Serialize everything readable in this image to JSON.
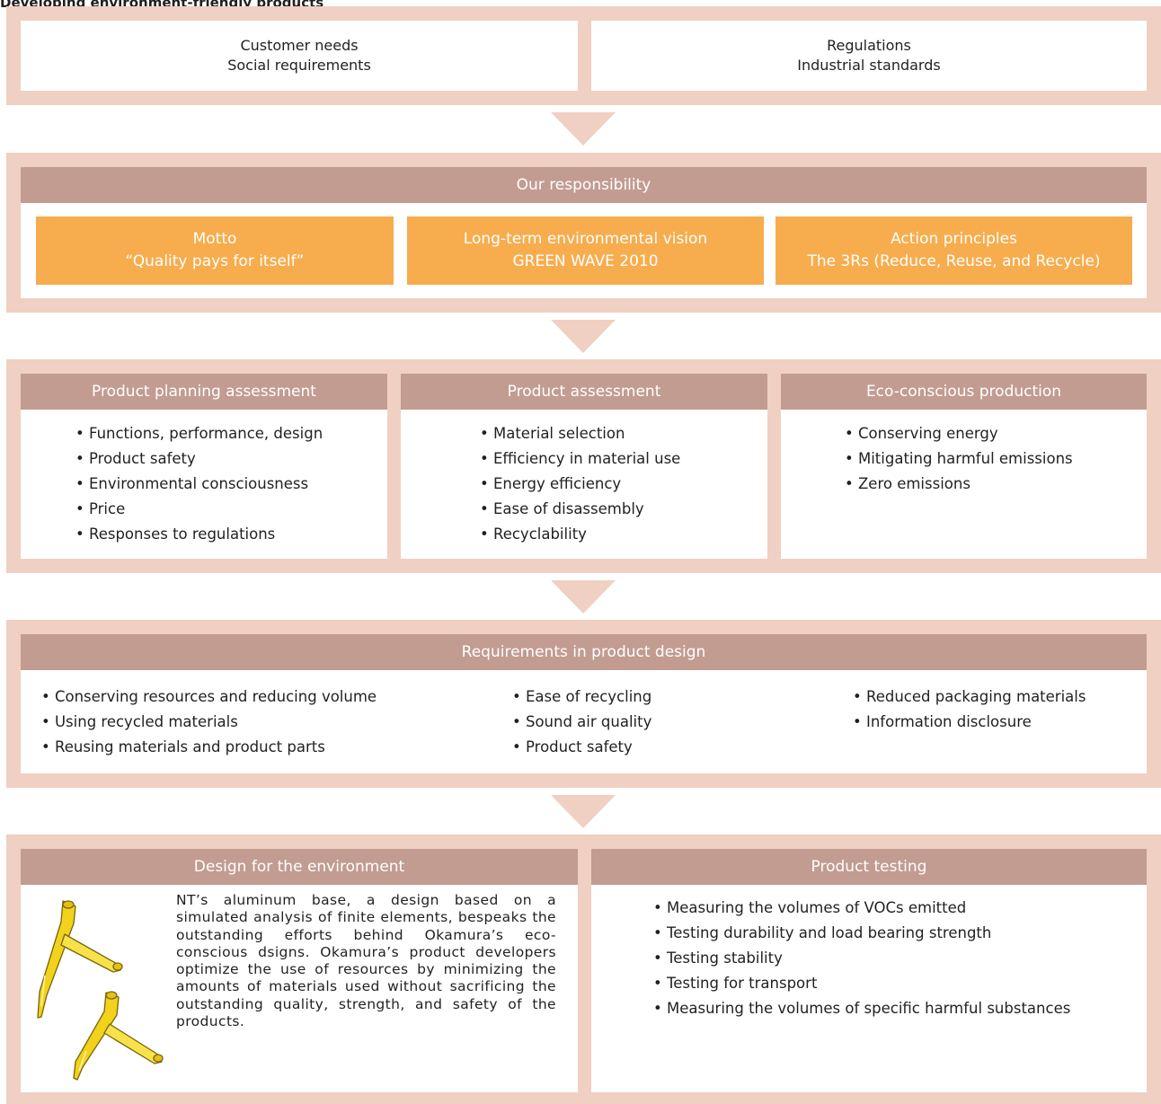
{
  "title": "Developing environment-friendly products",
  "top": {
    "left": [
      "Customer needs",
      "Social requirements"
    ],
    "right": [
      "Regulations",
      "Industrial standards"
    ]
  },
  "responsibility": {
    "header": "Our responsibility",
    "boxes": [
      {
        "line1": "Motto",
        "line2": "“Quality pays for itself”"
      },
      {
        "line1": "Long-term environmental vision",
        "line2": "GREEN WAVE 2010"
      },
      {
        "line1": "Action principles",
        "line2": "The 3Rs (Reduce, Reuse, and Recycle)"
      }
    ]
  },
  "assessment": {
    "columns": [
      {
        "header": "Product planning assessment",
        "items": [
          "Functions, performance, design",
          "Product safety",
          "Environmental consciousness",
          "Price",
          "Responses to regulations"
        ]
      },
      {
        "header": "Product assessment",
        "items": [
          "Material selection",
          "Efficiency in material use",
          "Energy efficiency",
          "Ease of disassembly",
          "Recyclability"
        ]
      },
      {
        "header": "Eco-conscious production",
        "items": [
          "Conserving energy",
          "Mitigating harmful emissions",
          "Zero emissions"
        ]
      }
    ]
  },
  "requirements": {
    "header": "Requirements in product design",
    "columns": [
      [
        "Conserving resources and reducing volume",
        "Using recycled materials",
        "Reusing materials and product parts"
      ],
      [
        "Ease of recycling",
        "Sound air quality",
        "Product safety"
      ],
      [
        "Reduced packaging materials",
        "Information disclosure"
      ]
    ]
  },
  "design": {
    "header": "Design for the environment",
    "paragraph": "NT’s aluminum base, a design based on a simulated analysis of finite elements, bespeaks the outstanding efforts behind Okamura’s eco-conscious dsigns. Okamura’s product developers optimize the use of resources by minimizing the amounts of materials used without sacrificing the outstanding quality, strength, and safety of the products."
  },
  "testing": {
    "header": "Product testing",
    "items": [
      "Measuring the volumes of VOCs emitted",
      "Testing durability and load bearing strength",
      "Testing stability",
      "Testing for transport",
      "Measuring the volumes of specific harmful substances"
    ]
  },
  "colors": {
    "band": "#efd0c2",
    "header": "#c29c90",
    "orange": "#f7ad4d",
    "part": "#f2d21a"
  },
  "icons": {
    "flow_arrow": "down-arrow",
    "product_image": "chair-base-parts"
  }
}
